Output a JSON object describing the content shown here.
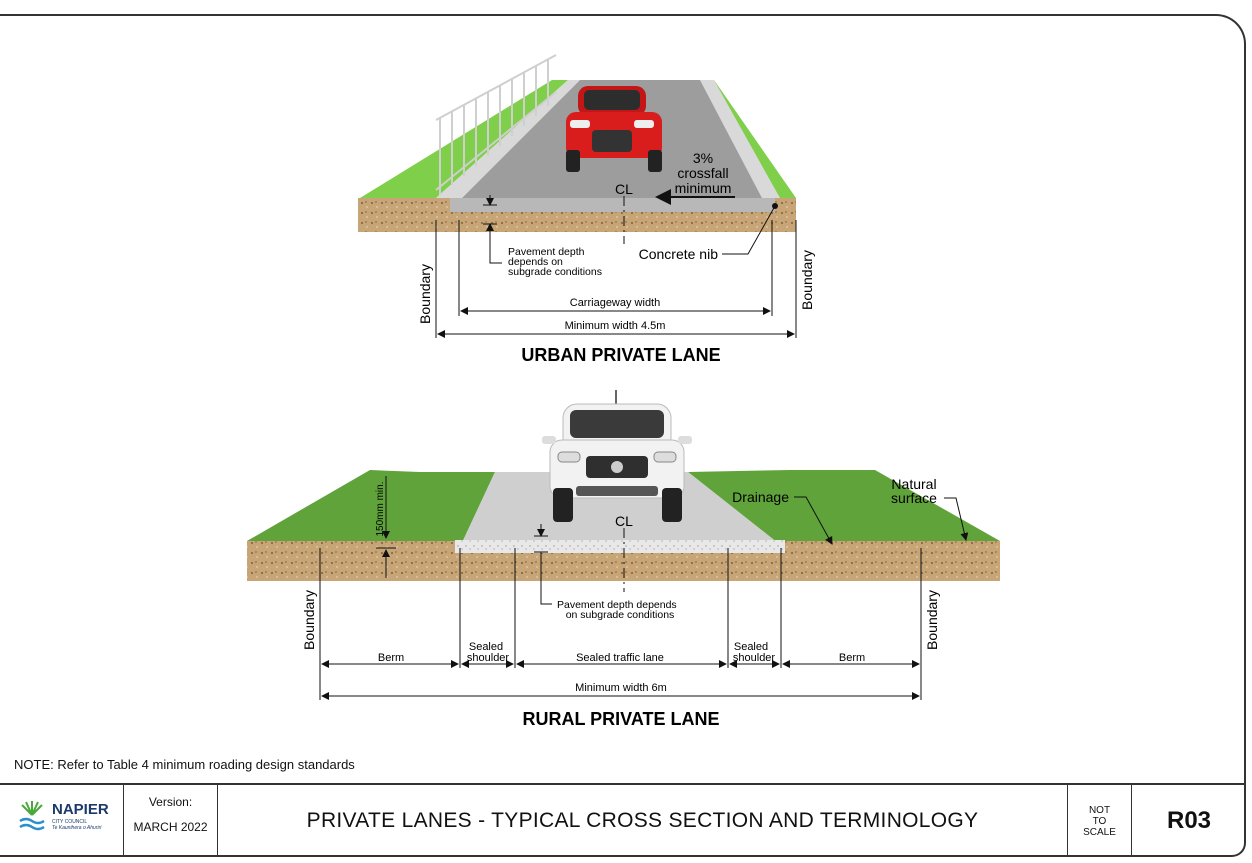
{
  "urban": {
    "title": "URBAN PRIVATE LANE",
    "crossfall": [
      "3%",
      "crossfall",
      "minimum"
    ],
    "cl": "CL",
    "pavement": [
      "Pavement depth",
      "depends on",
      "subgrade conditions"
    ],
    "nib": "Concrete nib",
    "boundary_left": "Boundary",
    "boundary_right": "Boundary",
    "carriageway": "Carriageway width",
    "min_width": "Minimum width 4.5m"
  },
  "rural": {
    "title": "RURAL PRIVATE LANE",
    "depth_150": "150mm min.",
    "cl": "CL",
    "drainage": "Drainage",
    "natural": [
      "Natural",
      "surface"
    ],
    "pavement": [
      "Pavement depth depends",
      "on subgrade conditions"
    ],
    "boundary_left": "Boundary",
    "boundary_right": "Boundary",
    "berm_left": "Berm",
    "shoulder_left": [
      "Sealed",
      "shoulder"
    ],
    "traffic_lane": "Sealed traffic lane",
    "shoulder_right": [
      "Sealed",
      "shoulder"
    ],
    "berm_right": "Berm",
    "min_width": "Minimum width 6m"
  },
  "note": "NOTE:   Refer to Table 4 minimum roading design standards",
  "title_block": {
    "logo_name": "NAPIER",
    "logo_sub1": "CITY COUNCIL",
    "logo_sub2": "Te Kaunihera o Ahuriri",
    "version_label": "Version:",
    "version_date": "MARCH 2022",
    "drawing_title": "PRIVATE LANES - TYPICAL CROSS SECTION AND TERMINOLOGY",
    "scale": [
      "NOT",
      "TO",
      "SCALE"
    ],
    "code": "R03"
  },
  "colors": {
    "grass": "#6fbf3a",
    "grass_dark": "#4e8f2a",
    "soil": "#c9a77a",
    "asphalt": "#9a9a9a",
    "concrete": "#d4d4d4",
    "car_red": "#d91c1c",
    "car_white": "#f2f2f2",
    "logo_blue": "#1b3a6b",
    "logo_green": "#4aa83a"
  }
}
